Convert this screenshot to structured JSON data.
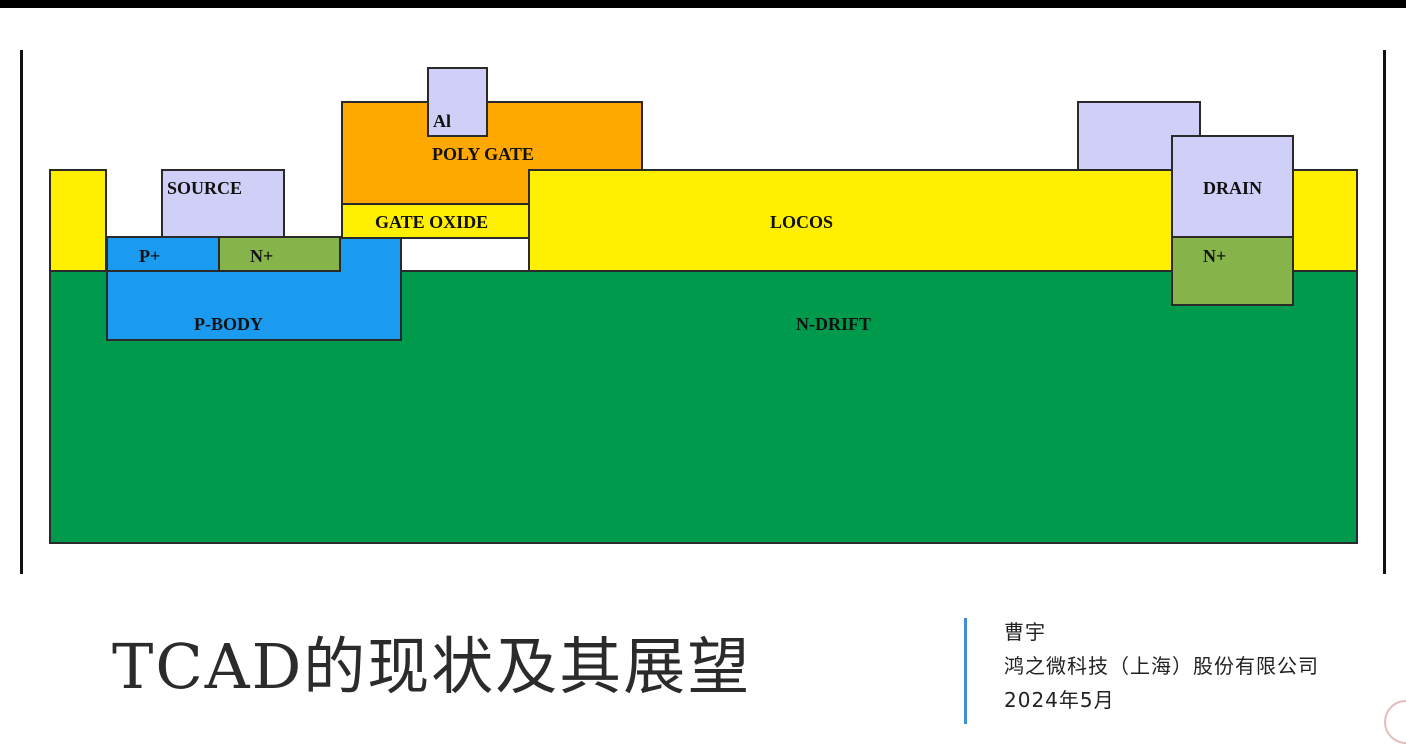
{
  "diagram": {
    "labels": {
      "al": "Al",
      "poly_gate": "POLY GATE",
      "source": "SOURCE",
      "drain": "DRAIN",
      "p_plus": "P+",
      "n_plus_source": "N+",
      "n_plus_drain": "N+",
      "gate_oxide": "GATE OXIDE",
      "locos": "LOCOS",
      "p_body": "P-BODY",
      "n_drift": "N-DRIFT"
    },
    "colors": {
      "n_drift": "#009a4d",
      "oxide_yellow": "#ffef00",
      "p_body": "#1a9bf0",
      "n_plus": "#86b34a",
      "poly_gate": "#ffa800",
      "metal": "#cfcff7",
      "outline": "#2a2a2a"
    }
  },
  "footer": {
    "title": "TCAD的现状及其展望",
    "author": "曹宇",
    "company": "鸿之微科技（上海）股份有限公司",
    "date": "2024年5月"
  }
}
